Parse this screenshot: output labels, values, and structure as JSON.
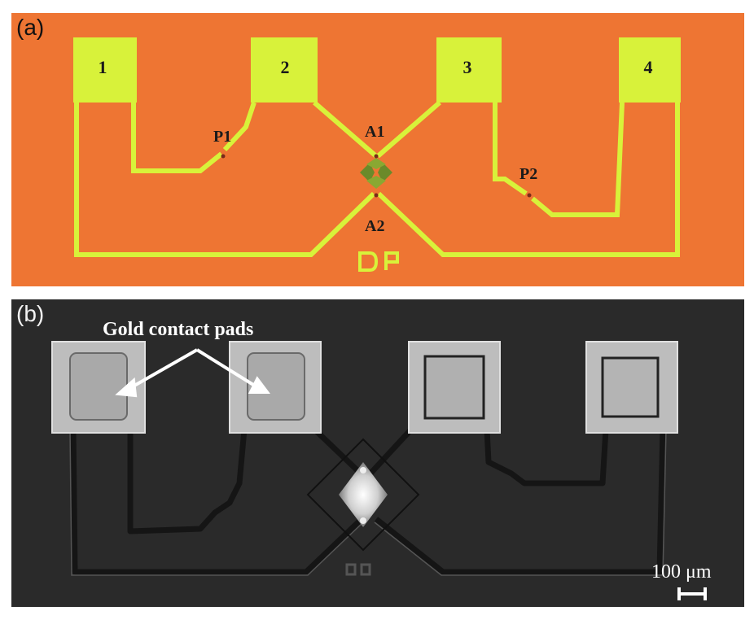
{
  "panel_a": {
    "label": "(a)",
    "pads": [
      "1",
      "2",
      "3",
      "4"
    ],
    "sites": {
      "p1": "P1",
      "p2": "P2",
      "a1": "A1",
      "a2": "A2"
    },
    "marking": "DP",
    "colors": {
      "background": "#ee7533",
      "trace": "#d8f23a",
      "center": "#6b8a2a"
    }
  },
  "panel_b": {
    "label": "(b)",
    "annotation": "Gold contact pads",
    "scale_bar": "100 μm",
    "colors": {
      "background": "#2a2a2a",
      "pad": "#c8c8c8",
      "annotation": "#ffffff"
    }
  }
}
